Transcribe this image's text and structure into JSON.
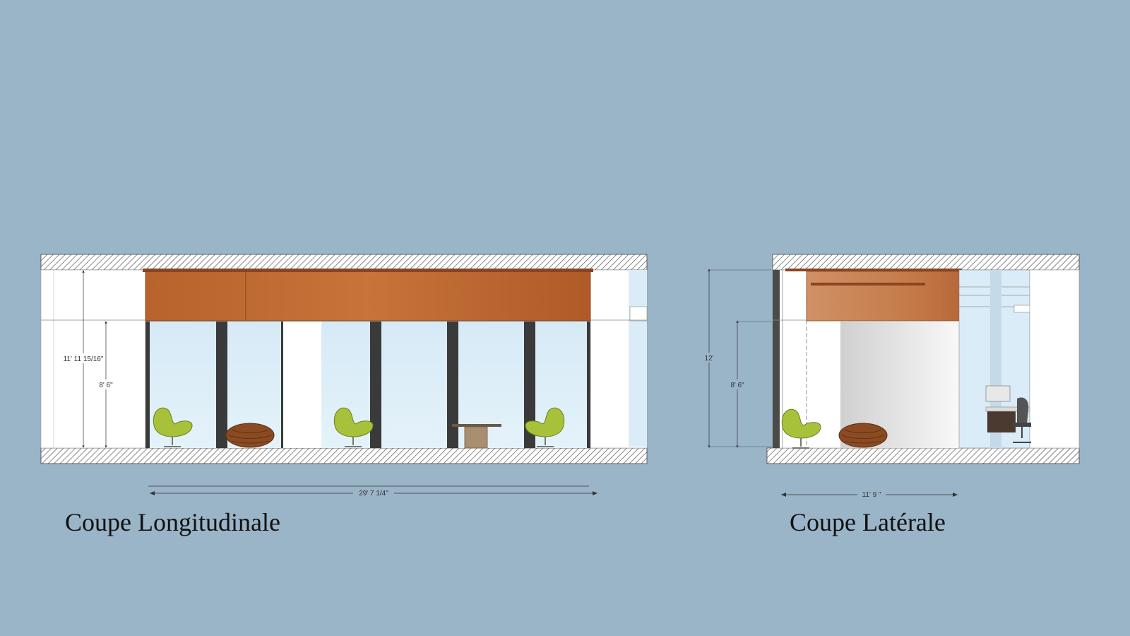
{
  "sections": [
    {
      "id": "longitudinal",
      "caption": "Coupe Longitudinale",
      "dimensions": {
        "total_height": "11' 11 15/16\"",
        "ceiling_height": "8' 6\"",
        "length": "29' 7 1/4\""
      }
    },
    {
      "id": "lateral",
      "caption": "Coupe Latérale",
      "dimensions": {
        "total_height": "12'",
        "ceiling_height": "8' 6\"",
        "width": "11' 9 \""
      }
    }
  ],
  "colors": {
    "background": "#9ab4c8",
    "wall": "#ffffff",
    "glass": "#d9ecf7",
    "wood": "#b5602c",
    "mullion": "#3a3a3a",
    "chair": "#a7c23a",
    "pouf": "#8a4a22",
    "hatch": "#555555"
  },
  "icons": [
    "armchair-icon",
    "pouf-icon",
    "side-table-icon",
    "office-chair-icon"
  ]
}
